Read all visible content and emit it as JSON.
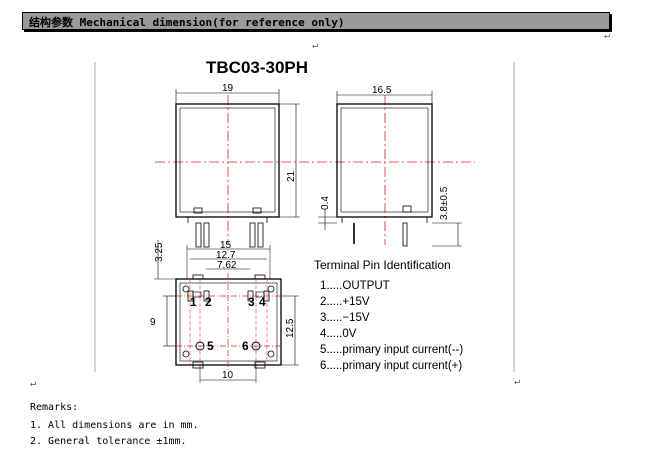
{
  "header": {
    "text": "结构参数 Mechanical dimension(for reference only)"
  },
  "title": "TBC03-30PH",
  "front_view": {
    "width_label": "19",
    "height_label": "21"
  },
  "side_view": {
    "width_label": "16.5",
    "pin_label": "0.4",
    "pin_len_label": "3.8±0.5"
  },
  "bottom_view": {
    "dims": {
      "top_offset": "3.25",
      "w15": "15",
      "w12_7": "12.7",
      "w7_62": "7.62",
      "h9": "9",
      "h12_5": "12.5",
      "w10": "10"
    },
    "pin_numbers": [
      "1",
      "2",
      "3",
      "4",
      "5",
      "6"
    ]
  },
  "pins": {
    "title": "Terminal Pin Identification",
    "items": [
      "1.....OUTPUT",
      "2.....+15V",
      "3.....−15V",
      "4.....0V",
      "5.....primary input current(--)",
      "6.....primary input current(+)"
    ]
  },
  "remarks": {
    "heading": "Remarks:",
    "lines": [
      "1. All dimensions are in mm.",
      "2. General tolerance ±1mm."
    ]
  }
}
